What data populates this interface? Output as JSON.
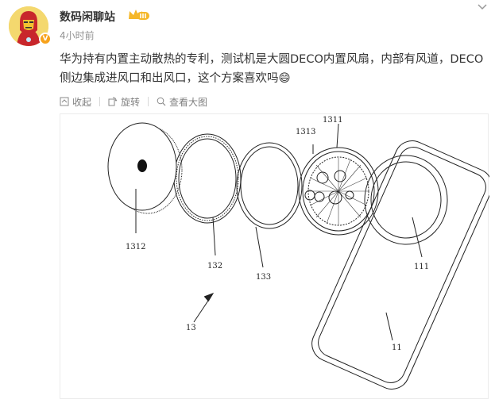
{
  "post": {
    "username": "数码闲聊站",
    "badge_level": "III",
    "timestamp": "4小时前",
    "text": "华为持有内置主动散热的专利，测试机是大圆DECO内置风扇，内部有风道，DECO侧边集成进风口和出风口，这个方案喜欢吗😄"
  },
  "actions": {
    "collapse": "收起",
    "rotate": "旋转",
    "view_large": "查看大图"
  },
  "figure_labels": {
    "l1311": "1311",
    "l1313": "1313",
    "l1312": "1312",
    "l132": "132",
    "l133": "133",
    "l111": "111",
    "l13": "13",
    "l11": "11"
  },
  "colors": {
    "text": "#333333",
    "muted": "#939393",
    "badge": "#f7a21b"
  },
  "icons": [
    "avatar",
    "vip-crown-icon",
    "more-chevron-icon",
    "collapse-icon",
    "rotate-icon",
    "zoom-icon"
  ]
}
